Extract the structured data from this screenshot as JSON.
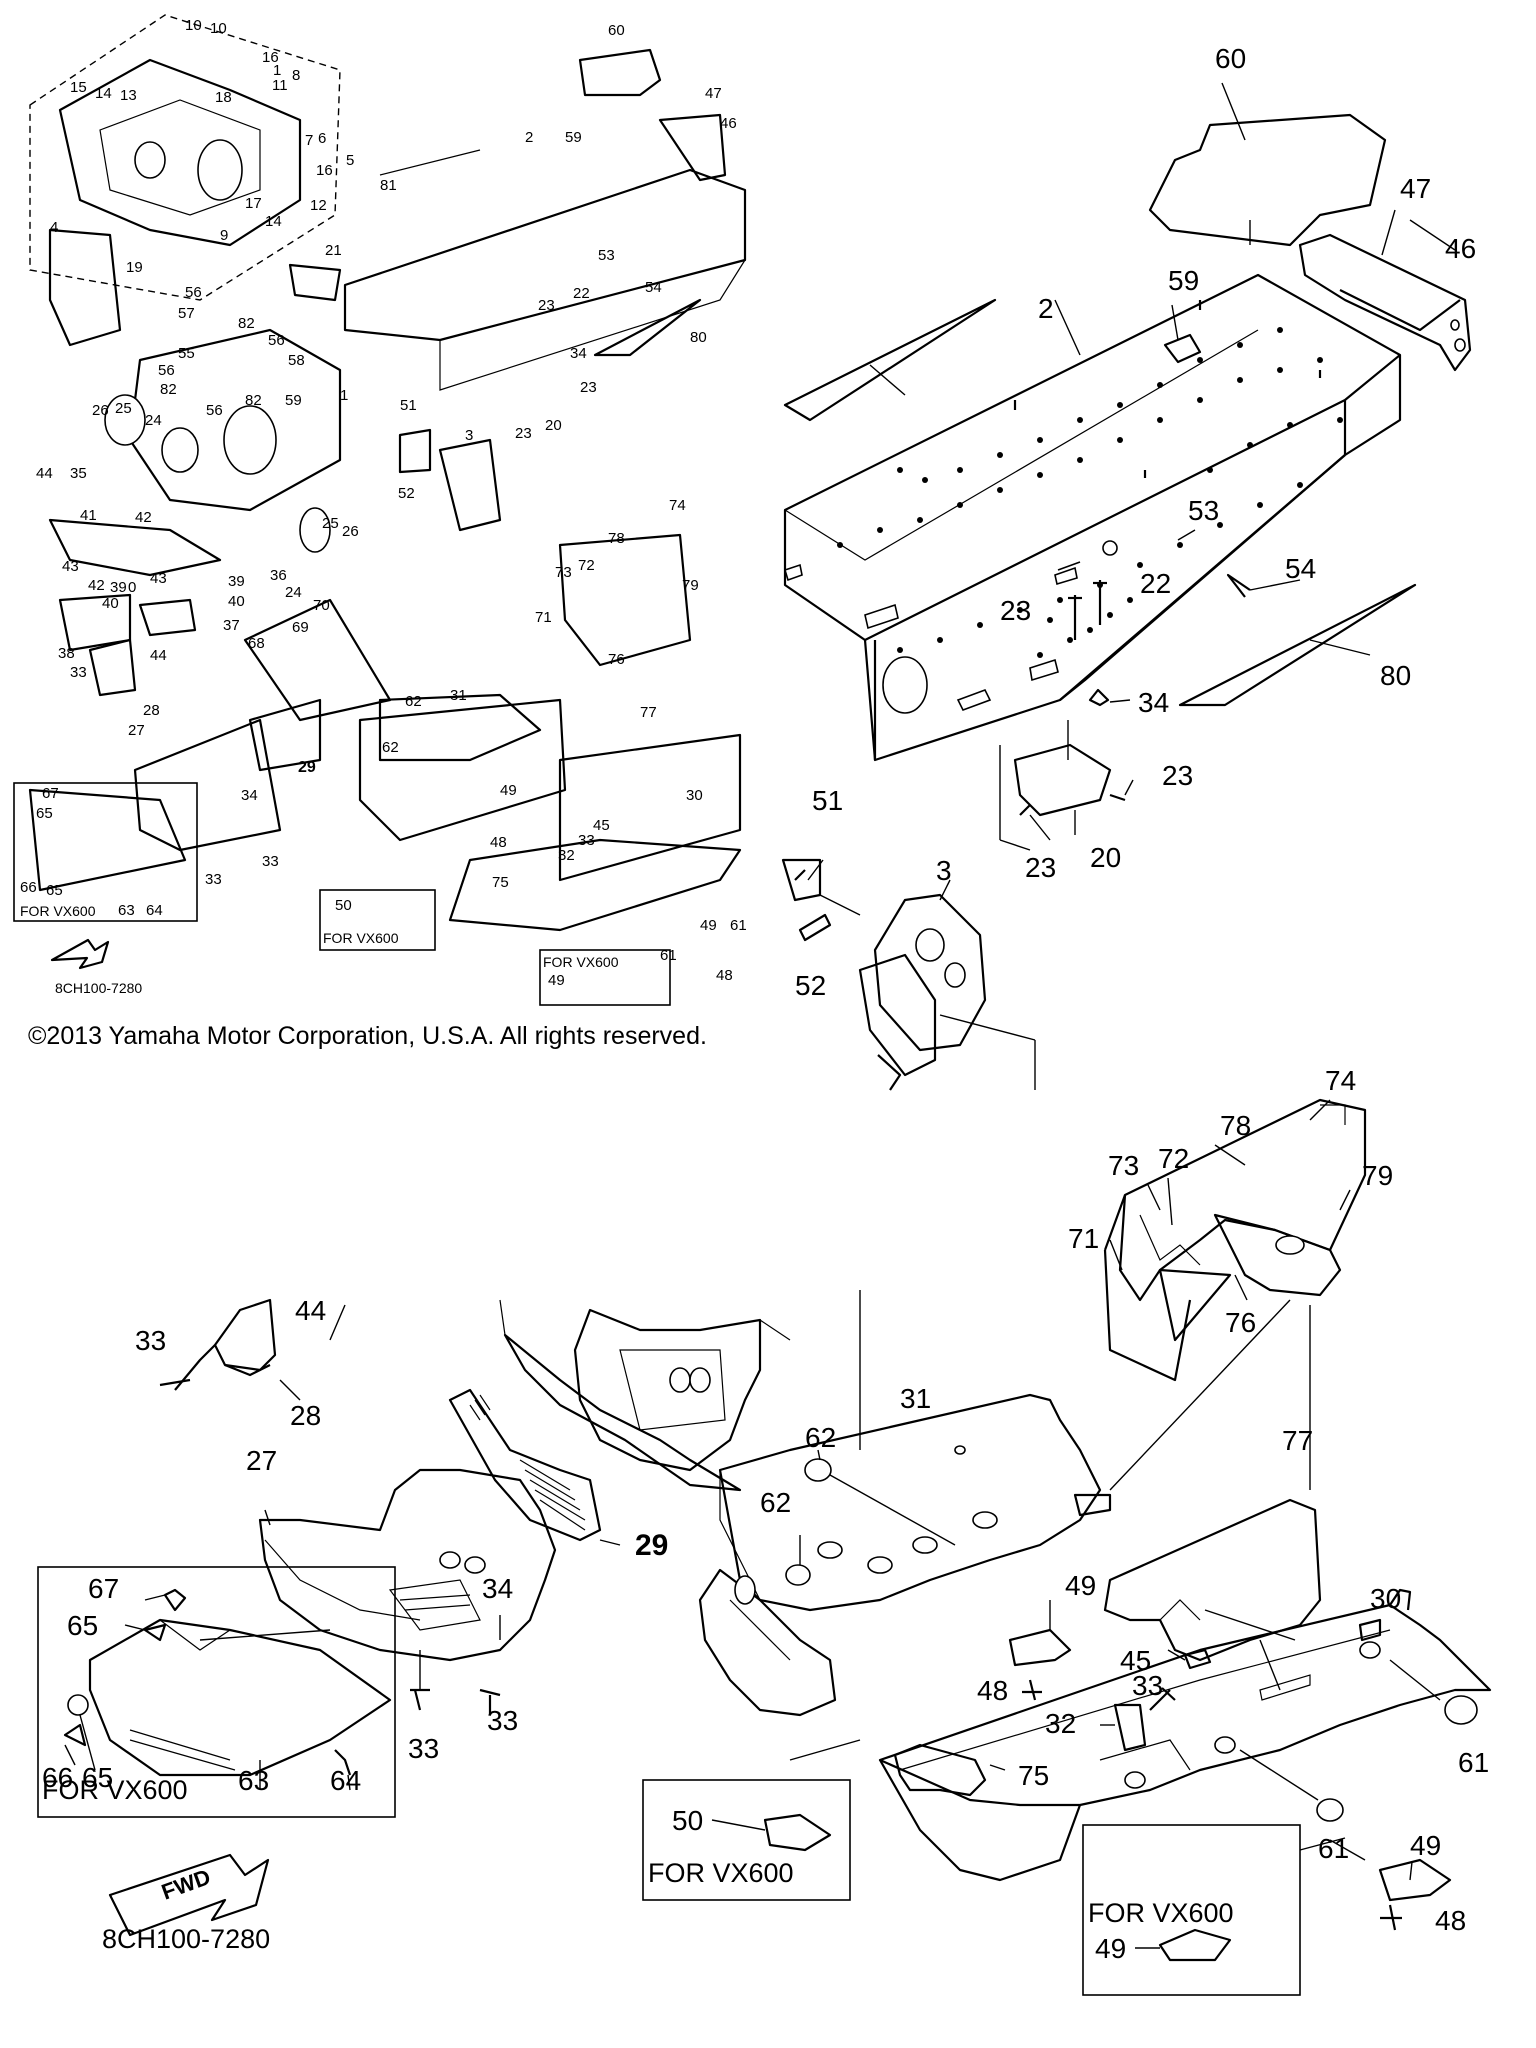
{
  "copyright": "©2013 Yamaha Motor Corporation, U.S.A. All rights reserved.",
  "diagram_code": "8CH100-7280",
  "variant_label": "FOR VX600",
  "fwd_label": "FWD",
  "callouts_top_right": [
    "60",
    "47",
    "46",
    "59",
    "2",
    "53",
    "22",
    "23",
    "54",
    "80",
    "34",
    "23",
    "20",
    "23",
    "51",
    "3",
    "52"
  ],
  "callouts_middle_right": [
    "74",
    "78",
    "73",
    "72",
    "79",
    "71",
    "76"
  ],
  "callouts_bottom": [
    "33",
    "44",
    "28",
    "27",
    "29",
    "34",
    "33",
    "33",
    "67",
    "65",
    "66",
    "65",
    "63",
    "64",
    "31",
    "62",
    "62",
    "77",
    "49",
    "48",
    "30",
    "45",
    "33",
    "32",
    "75",
    "50",
    "61",
    "49",
    "61",
    "48",
    "49"
  ],
  "callouts_overview": [
    "10",
    "10",
    "16",
    "1",
    "8",
    "11",
    "15",
    "14",
    "13",
    "18",
    "7",
    "6",
    "16",
    "5",
    "12",
    "17",
    "14",
    "9",
    "21",
    "4",
    "19",
    "60",
    "47",
    "46",
    "2",
    "59",
    "81",
    "53",
    "22",
    "23",
    "54",
    "80",
    "34",
    "23",
    "20",
    "23",
    "56",
    "57",
    "82",
    "56",
    "58",
    "55",
    "56",
    "82",
    "56",
    "59",
    "1",
    "26",
    "25",
    "24",
    "51",
    "52",
    "3",
    "44",
    "35",
    "41",
    "42",
    "43",
    "42",
    "39",
    "40",
    "37",
    "44",
    "38",
    "33",
    "28",
    "36",
    "24",
    "25",
    "26",
    "39",
    "40",
    "74",
    "78",
    "73",
    "72",
    "79",
    "71",
    "76",
    "69",
    "68",
    "70",
    "62",
    "31",
    "62",
    "27",
    "29",
    "34",
    "67",
    "65",
    "66",
    "65",
    "63",
    "64",
    "33",
    "33",
    "77",
    "49",
    "48",
    "30",
    "45",
    "33",
    "32",
    "75",
    "50",
    "61",
    "49",
    "61",
    "48",
    "49"
  ]
}
